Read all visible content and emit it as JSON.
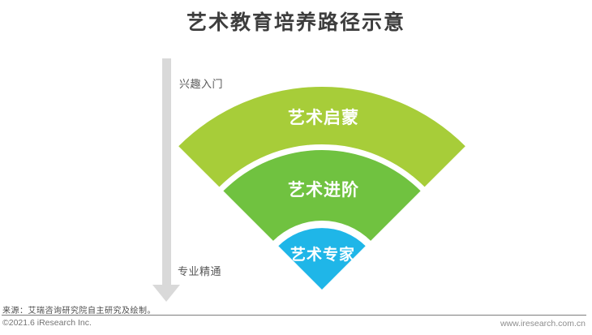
{
  "title": "艺术教育培养路径示意",
  "path_axis": {
    "start_label": "兴趣入门",
    "end_label": "专业精通",
    "arrow_color": "#d9d9d9"
  },
  "fan": {
    "levels": [
      {
        "label": "艺术启蒙",
        "color": "#a7cd39"
      },
      {
        "label": "艺术进阶",
        "color": "#70c240"
      },
      {
        "label": "艺术专家",
        "color": "#1fb6e8"
      }
    ]
  },
  "footer": {
    "source": "来源：艾瑞咨询研究院自主研究及绘制。",
    "copyright": "©2021.6 iResearch Inc.",
    "website": "www.iresearch.com.cn"
  }
}
